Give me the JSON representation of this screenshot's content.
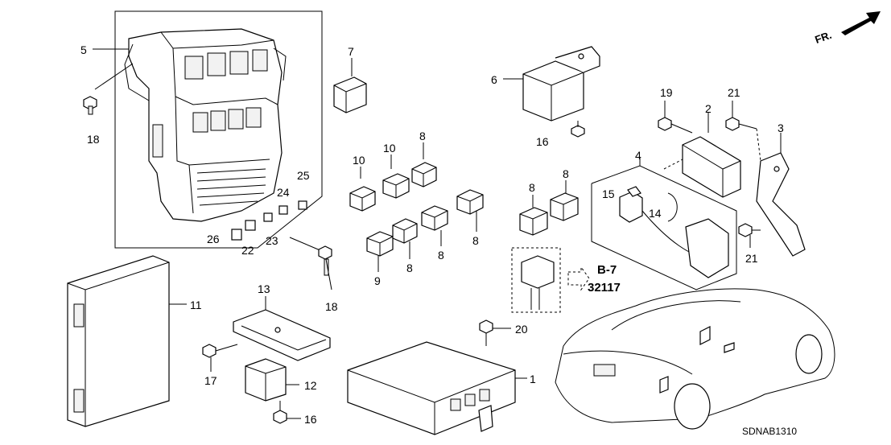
{
  "diagram": {
    "code": "SDNAB1310",
    "direction_label": "FR.",
    "reference": {
      "page": "B-7",
      "part": "32117"
    },
    "callouts": {
      "c1": "1",
      "c2": "2",
      "c3": "3",
      "c4": "4",
      "c5": "5",
      "c6": "6",
      "c7": "7",
      "c8a": "8",
      "c8b": "8",
      "c8c": "8",
      "c8d": "8",
      "c8e": "8",
      "c8f": "8",
      "c9": "9",
      "c10a": "10",
      "c10b": "10",
      "c11": "11",
      "c12": "12",
      "c13": "13",
      "c14": "14",
      "c15": "15",
      "c16a": "16",
      "c16b": "16",
      "c17": "17",
      "c18a": "18",
      "c18b": "18",
      "c19": "19",
      "c20": "20",
      "c21a": "21",
      "c21b": "21",
      "c22": "22",
      "c23": "23",
      "c24": "24",
      "c25": "25",
      "c26": "26"
    }
  }
}
